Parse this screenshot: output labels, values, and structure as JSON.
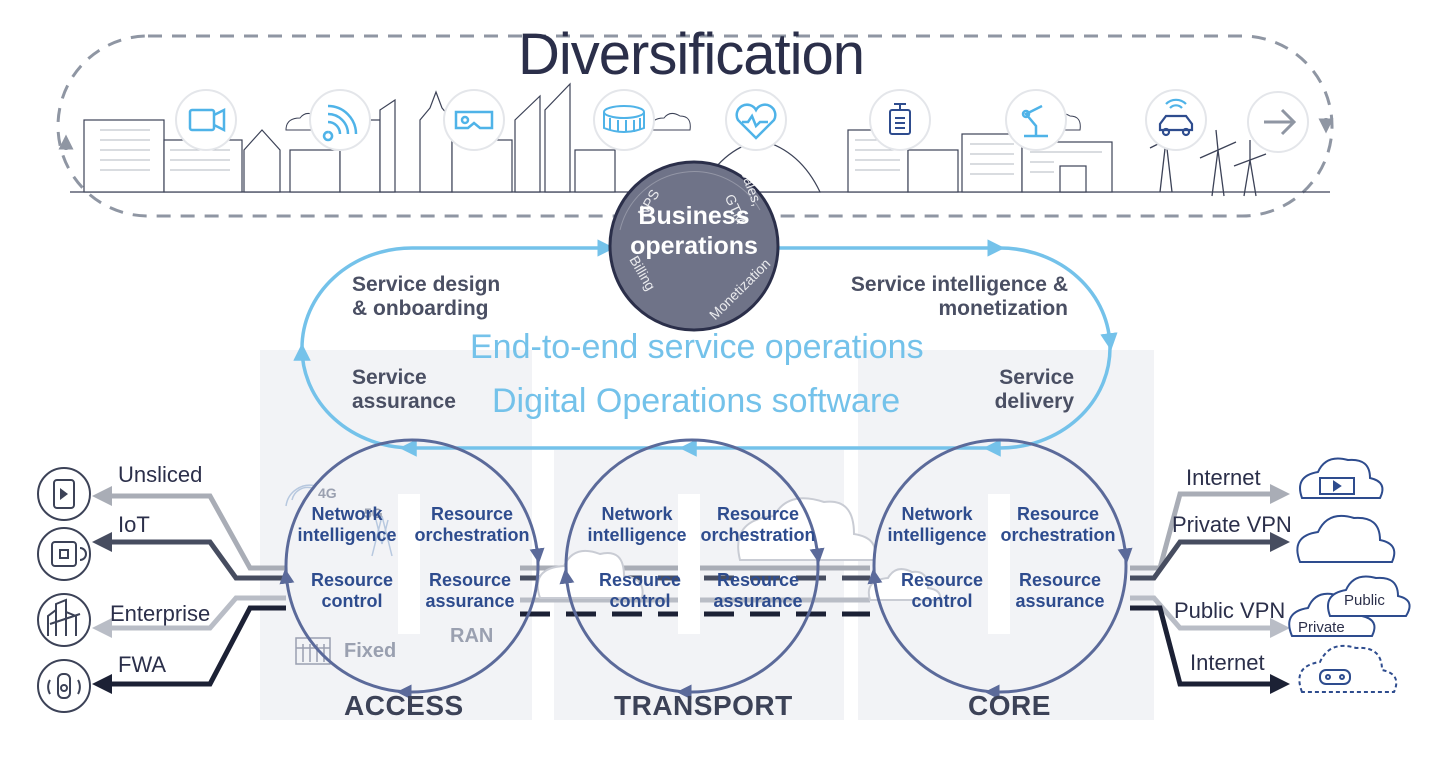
{
  "title": "Diversification",
  "business_ops": {
    "label_line1": "Business",
    "label_line2": "operations",
    "arc_labels": [
      "NPS",
      "Sales,",
      "GTM",
      "Billing",
      "Monetization"
    ]
  },
  "service_ops": {
    "design": [
      "Service design",
      "& onboarding"
    ],
    "intelligence": [
      "Service intelligence &",
      "monetization"
    ],
    "assurance": [
      "Service",
      "assurance"
    ],
    "delivery": [
      "Service",
      "delivery"
    ],
    "headline1": "End-to-end service operations",
    "headline2": "Digital Operations software"
  },
  "domains": [
    {
      "name": "ACCESS",
      "cells": {
        "ni": [
          "Network",
          "intelligence"
        ],
        "ro": [
          "Resource",
          "orchestration"
        ],
        "rc": [
          "Resource",
          "control"
        ],
        "ra": [
          "Resource",
          "assurance"
        ]
      },
      "faint": [
        "4G",
        "5G",
        "Fixed",
        "RAN"
      ]
    },
    {
      "name": "TRANSPORT",
      "cells": {
        "ni": [
          "Network",
          "intelligence"
        ],
        "ro": [
          "Resource",
          "orchestration"
        ],
        "rc": [
          "Resource",
          "control"
        ],
        "ra": [
          "Resource",
          "assurance"
        ]
      }
    },
    {
      "name": "CORE",
      "cells": {
        "ni": [
          "Network",
          "intelligence"
        ],
        "ro": [
          "Resource",
          "orchestration"
        ],
        "rc": [
          "Resource",
          "control"
        ],
        "ra": [
          "Resource",
          "assurance"
        ]
      }
    }
  ],
  "left_services": [
    "Unsliced",
    "IoT",
    "Enterprise",
    "FWA"
  ],
  "right_services": [
    "Internet",
    "Private VPN",
    "Public VPN",
    "Internet"
  ],
  "cloud_labels": {
    "public": "Public",
    "private": "Private"
  },
  "colors": {
    "light_blue": "#74c2ea",
    "dark_blue": "#2e4c8e",
    "circle_stroke": "#5b6a9a",
    "dark_gray": "#3c4257",
    "biz_fill": "#6f7388",
    "panel": "#f2f3f6",
    "dashed": "#8f96a3"
  },
  "icons": [
    "video-camera-icon",
    "wifi-icon",
    "vr-headset-icon",
    "stadium-icon",
    "heart-monitor-icon",
    "sensor-icon",
    "robot-arm-icon",
    "connected-car-icon",
    "arrow-right-icon",
    "tablet-play-icon",
    "iot-chip-icon",
    "building-icon",
    "fwa-router-icon",
    "video-cloud-icon",
    "gamepad-cloud-icon"
  ]
}
